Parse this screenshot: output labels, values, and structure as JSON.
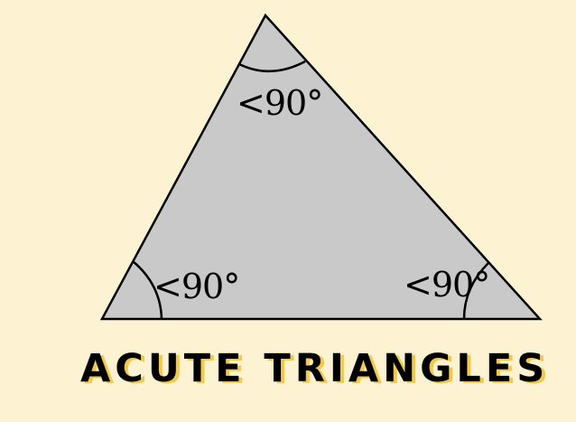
{
  "title": "ACUTE TRIANGLES",
  "angles": {
    "top": "<90°",
    "left": "<90°",
    "right": "<90°"
  },
  "colors": {
    "background": "#fdf3d2",
    "triangle_fill": "#c9c9c9",
    "stroke": "#000000",
    "title_text": "#000000",
    "title_shadow": "#f2c94c"
  }
}
